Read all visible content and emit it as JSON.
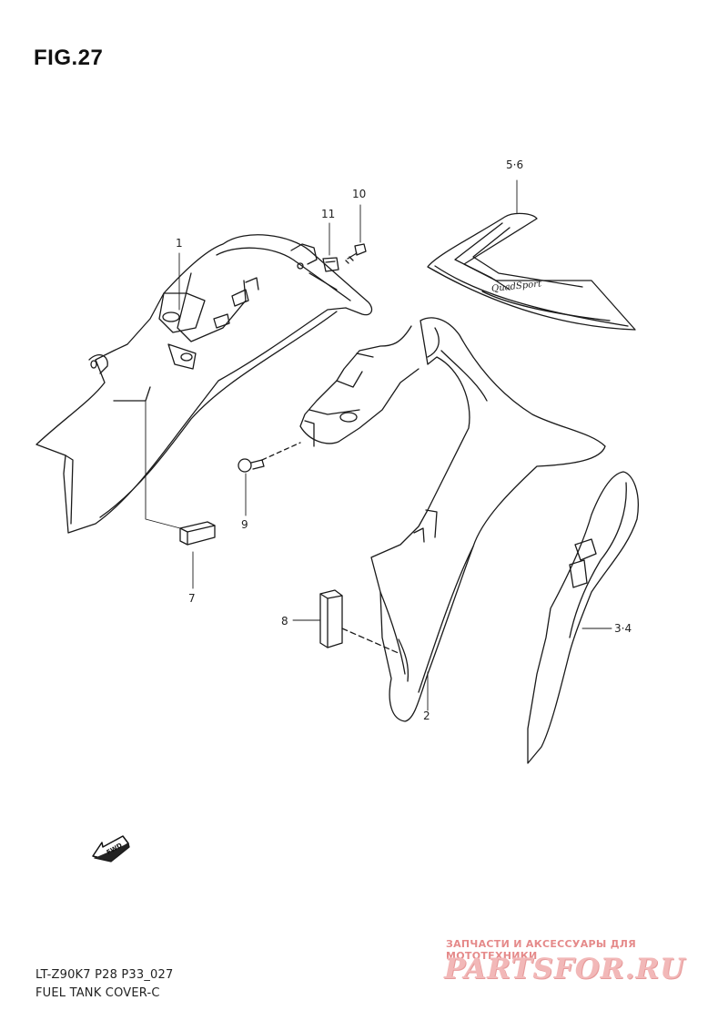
{
  "figure": {
    "title": "FIG.27"
  },
  "callouts": {
    "c1": "1",
    "c2": "2",
    "c34": "3·4",
    "c56": "5·6",
    "c7": "7",
    "c8": "8",
    "c9": "9",
    "c10": "10",
    "c11": "11"
  },
  "decal_text": "QuadSport",
  "fwd_label": "FWD",
  "footer": {
    "code": "LT-Z90K7 P28 P33_027",
    "title": "FUEL TANK COVER-C"
  },
  "watermark": {
    "tagline": "ЗАПЧАСТИ И АКСЕССУАРЫ ДЛЯ МОТОТЕХНИКИ",
    "logo": "PARTSFOR.RU"
  }
}
